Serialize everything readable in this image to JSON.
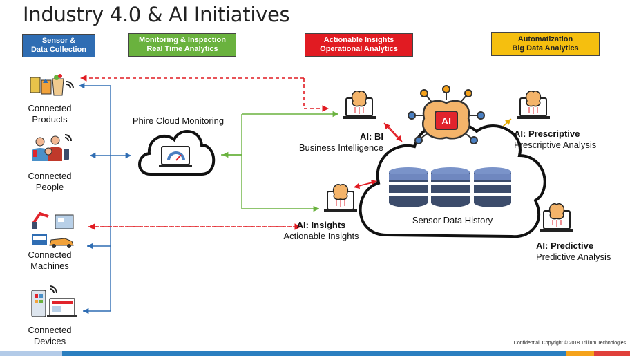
{
  "title": "Industry 4.0 & AI Initiatives",
  "headers": {
    "sensor": [
      "Sensor &",
      "Data Collection"
    ],
    "monitoring": [
      "Monitoring & Inspection",
      "Real Time Analytics"
    ],
    "actionable": [
      "Actionable Insights",
      "Operational Analytics"
    ],
    "automatization": [
      "Automatization",
      "Big Data Analytics"
    ]
  },
  "colors": {
    "sensor": "#2f6db3",
    "monitoring": "#6ab23e",
    "actionable": "#e11b22",
    "automatization": "#f5bf0f"
  },
  "sources": [
    {
      "line1": "Connected",
      "line2": "Products",
      "icon": "products-icon"
    },
    {
      "line1": "Connected",
      "line2": "People",
      "icon": "people-icon"
    },
    {
      "line1": "Connected",
      "line2": "Machines",
      "icon": "machines-icon"
    },
    {
      "line1": "Connected",
      "line2": "Devices",
      "icon": "devices-icon"
    }
  ],
  "cloud_monitor": {
    "label": "Phire Cloud Monitoring",
    "icon": "cloud-gauge-icon"
  },
  "ai_nodes": {
    "bi": {
      "title": "AI: BI",
      "subtitle": "Business Intelligence"
    },
    "insights": {
      "title": "AI: Insights",
      "subtitle": "Actionable Insights"
    },
    "prescriptive": {
      "title": "AI: Prescriptive",
      "subtitle": "Prescriptive Analysis"
    },
    "predictive": {
      "title": "AI: Predictive",
      "subtitle": "Predictive Analysis"
    }
  },
  "ai_chip_label": "AI",
  "data_history": "Sensor Data History",
  "footer": "Confidential. Copyright © 2018 Trillium Technologies"
}
